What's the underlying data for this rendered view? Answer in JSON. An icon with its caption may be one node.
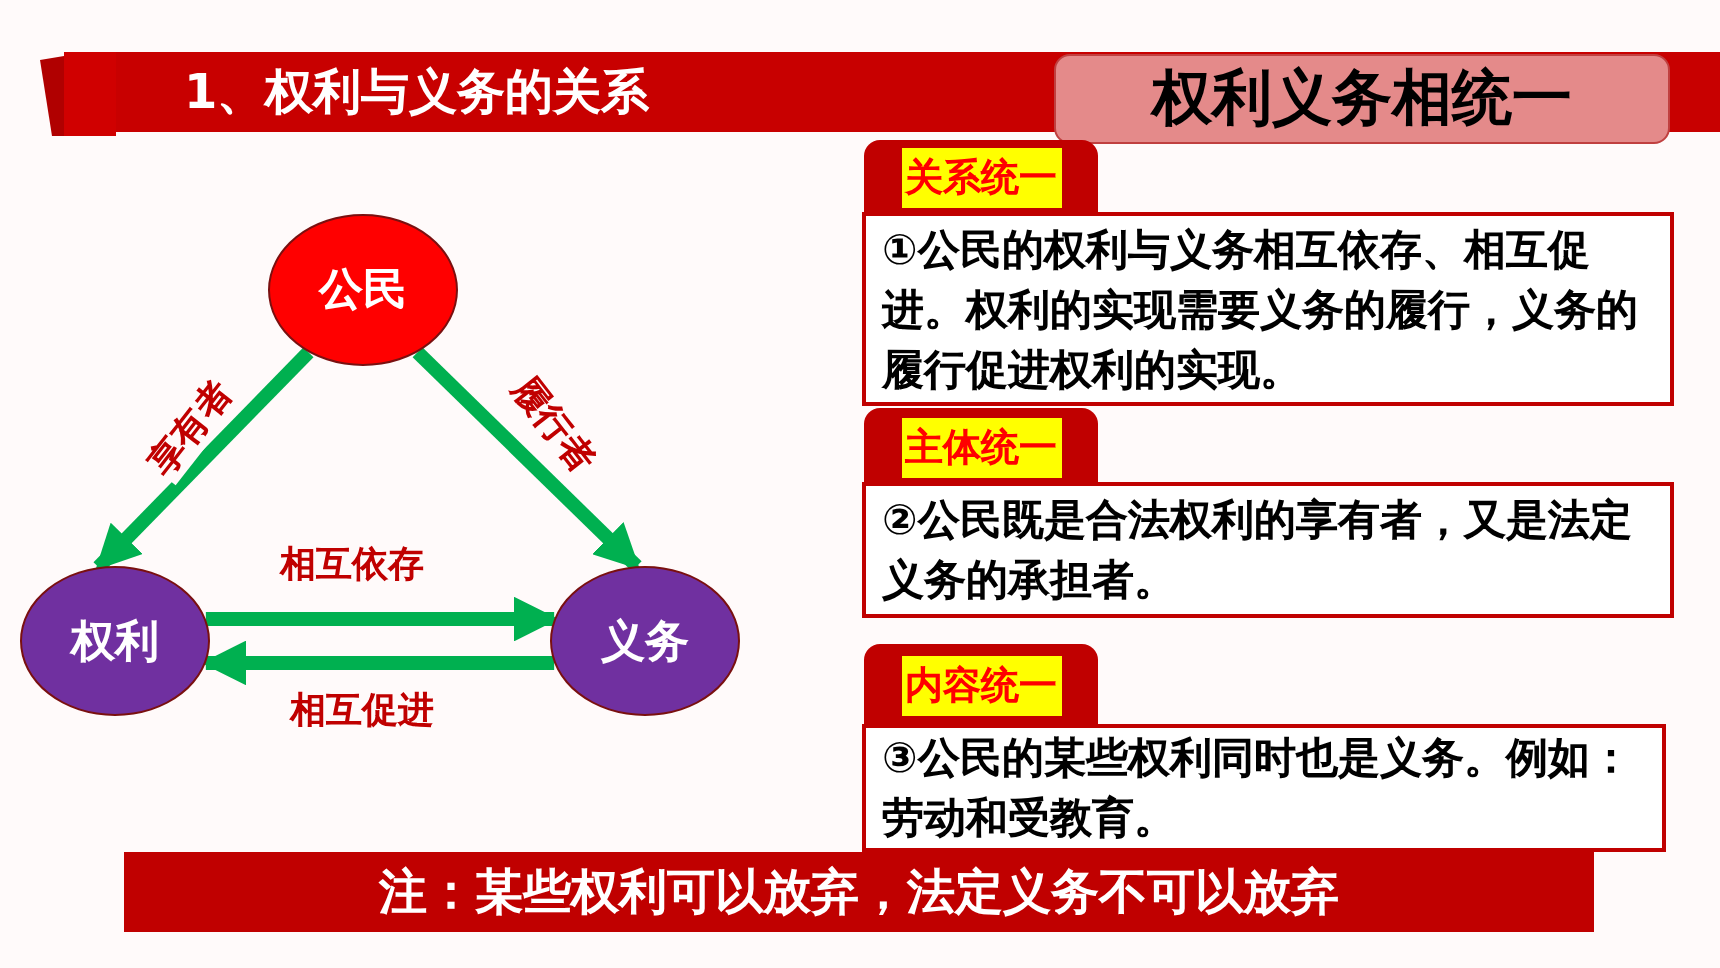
{
  "diagram": {
    "title": "1、权利与义务的关系",
    "nodes": [
      {
        "text": [
          "公民"
        ]
      },
      {
        "text": [
          "权利"
        ]
      },
      {
        "text": [
          "义务"
        ]
      },
      {
        "text": [
          "权利义务相统一"
        ]
      },
      {
        "text": [
          "关系统一"
        ]
      },
      {
        "text": [
          "①公民的权利与义务相互依存、相互促进。权利的实现需要义务的履行，义务的履行促进权利的实现。"
        ]
      },
      {
        "text": [
          "主体统一"
        ]
      },
      {
        "text": [
          "②公民既是合法权利的享有者，又是法定义务的承担者。"
        ]
      },
      {
        "text": [
          "内容统一"
        ]
      },
      {
        "text": [
          "③公民的某些权利同时也是义务。例如：劳动和受教育。"
        ]
      },
      {
        "text": [
          "注：某些权利可以放弃，法定义务不可以放弃"
        ]
      }
    ],
    "edges": [
      {
        "from": 0,
        "to": 1,
        "arrow": "to",
        "label": "享有者"
      },
      {
        "from": 0,
        "to": 2,
        "arrow": "to",
        "label": "履行者"
      },
      {
        "from": 1,
        "to": 2,
        "arrow": "to",
        "label": "相互依存"
      },
      {
        "from": 2,
        "to": 1,
        "arrow": "to",
        "label": "相互促进"
      }
    ]
  }
}
